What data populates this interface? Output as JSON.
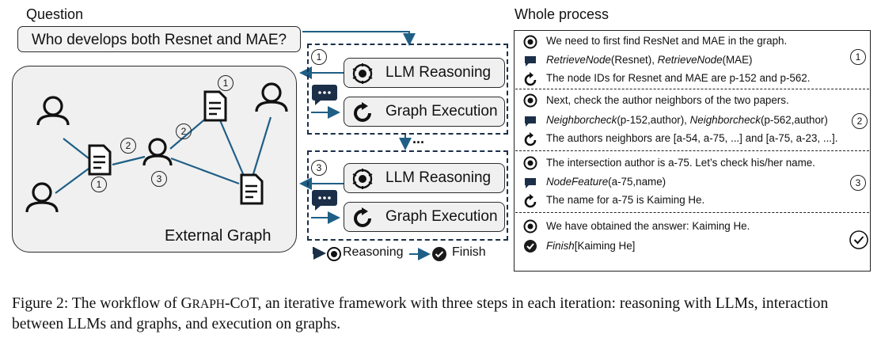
{
  "question_title": "Question",
  "question_text": "Who develops both Resnet and MAE?",
  "graph_label": "External Graph",
  "whole_title": "Whole process",
  "middle": {
    "step1": "1",
    "step3": "3",
    "llm_label": "LLM Reasoning",
    "graph_exec_label": "Graph Execution",
    "ellipsis": "...",
    "legend_reasoning": "Reasoning",
    "legend_arrow": "→",
    "legend_finish": "Finish"
  },
  "graph_marks": {
    "doc_top": "1",
    "center_left": "2",
    "upper_mid": "2",
    "center": "3",
    "left_doc": "1"
  },
  "process": {
    "block1": {
      "num": "1",
      "line1": "We need to first find ResNet and MAE in the graph.",
      "line2_fn1": "RetrieveNode",
      "line2_arg1": "(Resnet), ",
      "line2_fn2": "RetrieveNode",
      "line2_arg2": "(MAE)",
      "line3": "The node IDs for Resnet and MAE are p-152 and p-562."
    },
    "block2": {
      "num": "2",
      "line1": "Next, check the author neighbors of the two papers.",
      "line2_fn1": "Neighborcheck",
      "line2_arg1": "(p-152,author), ",
      "line2_fn2": "Neighborcheck",
      "line2_arg2": "(p-562,author)",
      "line3": "The authors neighbors are [a-54, a-75, ...] and [a-75, a-23, ...]."
    },
    "block3": {
      "num": "3",
      "line1": "The intersection author is a-75. Let’s check his/her name.",
      "line2_fn": "NodeFeature",
      "line2_arg": "(a-75,name)",
      "line3": "The name for a-75 is Kaiming He."
    },
    "block4": {
      "line1": "We have obtained the answer: Kaiming He.",
      "line2_fn": "Finish",
      "line2_arg": "[Kaiming He]"
    }
  },
  "caption": {
    "part1": "Figure 2: The workflow of G",
    "part2": "RAPH",
    "part3": "-C",
    "part4": "O",
    "part5": "T",
    "part6": ", an iterative framework with three steps in each iteration: reasoning with LLMs, interaction between LLMs and graphs, and execution on graphs."
  }
}
